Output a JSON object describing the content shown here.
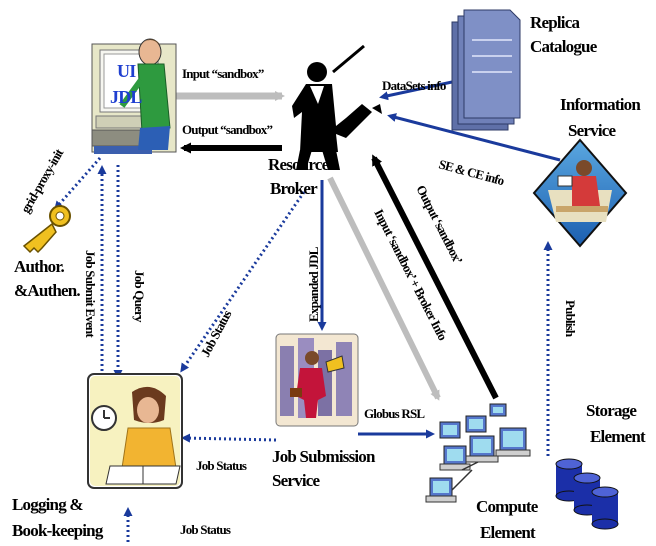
{
  "nodes": {
    "ui_text": "UI",
    "jdl_text": "JDL",
    "replica_line1": "Replica",
    "replica_line2": "Catalogue",
    "info_line1": "Information",
    "info_line2": "Service",
    "rb_line1": "Resource",
    "rb_line2": "Broker",
    "author_line1": "Author.",
    "author_line2": "&Authen.",
    "js_line1": "Job Submission",
    "js_line2": "Service",
    "log_line1": "Logging &",
    "log_line2": "Book-keeping",
    "storage_line1": "Storage",
    "storage_line2": "Element",
    "compute_line1": "Compute",
    "compute_line2": "Element"
  },
  "edges": {
    "input_sandbox": "Input “sandbox”",
    "output_sandbox": "Output “sandbox”",
    "datasets_info": "DataSets info",
    "se_ce_info": "SE & CE info",
    "grid_proxy_init": "grid-proxy-init",
    "expanded_jdl": "Expanded JDL",
    "job_status_rb": "Job Status",
    "job_query": "Job Query",
    "job_submit_event": "Job Submit Event",
    "input_broker_info": "Input ‘sandbox’ + Broker Info",
    "output_sandbox_ce": "Output ‘sandbox’",
    "publish": "Publish",
    "globus_rsl": "Globus RSL",
    "job_status_js": "Job Status",
    "job_status_bottom": "Job Status"
  },
  "colors": {
    "gray_arrow": "#bdbdbd",
    "black_arrow": "#000000",
    "blue_arrow": "#1a3a9c",
    "ui_blue": "#1f3fd0"
  }
}
